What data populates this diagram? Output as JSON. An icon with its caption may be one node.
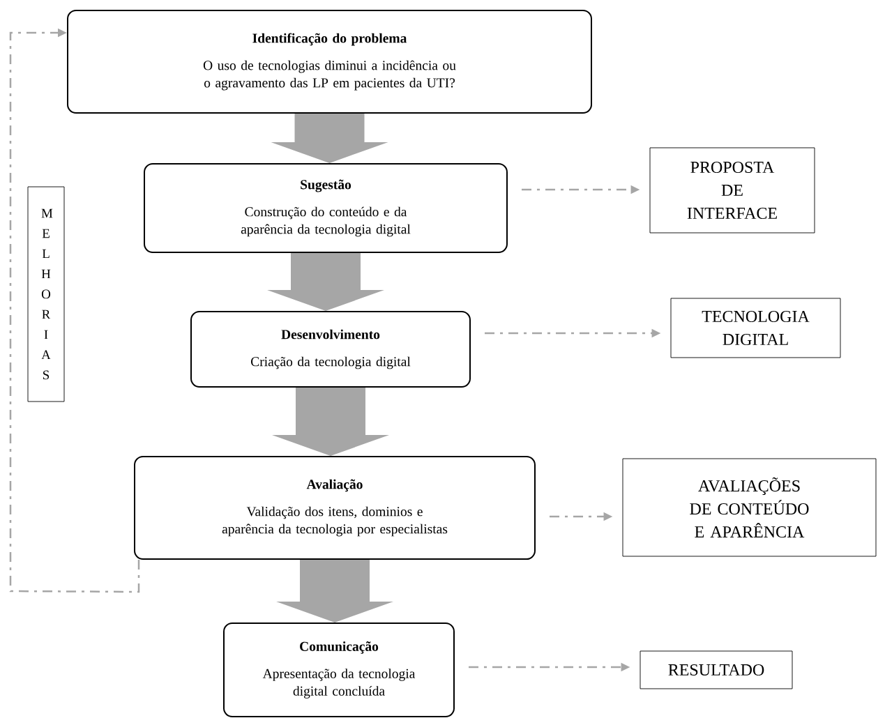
{
  "diagram": {
    "nodes": [
      {
        "text": [
          "Identificação do problema",
          "O uso de tecnologias diminui a incidência ou o agravamento das LP em pacientes da UTI?"
        ]
      },
      {
        "text": [
          "Sugestão",
          "Construção do conteúdo e da aparência da tecnologia digital"
        ]
      },
      {
        "text": [
          "PROPOSTA DE INTERFACE"
        ]
      },
      {
        "text": [
          "Desenvolvimento",
          "Criação da tecnologia digital"
        ]
      },
      {
        "text": [
          "TECNOLOGIA DIGITAL"
        ]
      },
      {
        "text": [
          "Avaliação",
          "Validação dos itens, dominios e aparência da tecnologia por especialistas"
        ]
      },
      {
        "text": [
          "AVALIAÇÕES DE CONTEÚDO E APARÊNCIA"
        ]
      },
      {
        "text": [
          "Comunicação",
          "Apresentação da tecnologia digital concluída"
        ]
      },
      {
        "text": [
          "RESULTADO"
        ]
      },
      {
        "text": [
          "M E L H O R I A S"
        ]
      }
    ],
    "edges": [
      {
        "from": 0,
        "to": 1,
        "arrow": "to",
        "style": "thick"
      },
      {
        "from": 1,
        "to": 3,
        "arrow": "to",
        "style": "thick"
      },
      {
        "from": 3,
        "to": 5,
        "arrow": "to",
        "style": "thick"
      },
      {
        "from": 5,
        "to": 7,
        "arrow": "to",
        "style": "thick"
      },
      {
        "from": 1,
        "to": 2,
        "arrow": "to",
        "style": "dashed"
      },
      {
        "from": 3,
        "to": 4,
        "arrow": "to",
        "style": "dashed"
      },
      {
        "from": 5,
        "to": 6,
        "arrow": "to",
        "style": "dashed"
      },
      {
        "from": 7,
        "to": 8,
        "arrow": "to",
        "style": "dashed"
      },
      {
        "from": 5,
        "to": 0,
        "arrow": "to",
        "style": "dashed"
      }
    ]
  }
}
